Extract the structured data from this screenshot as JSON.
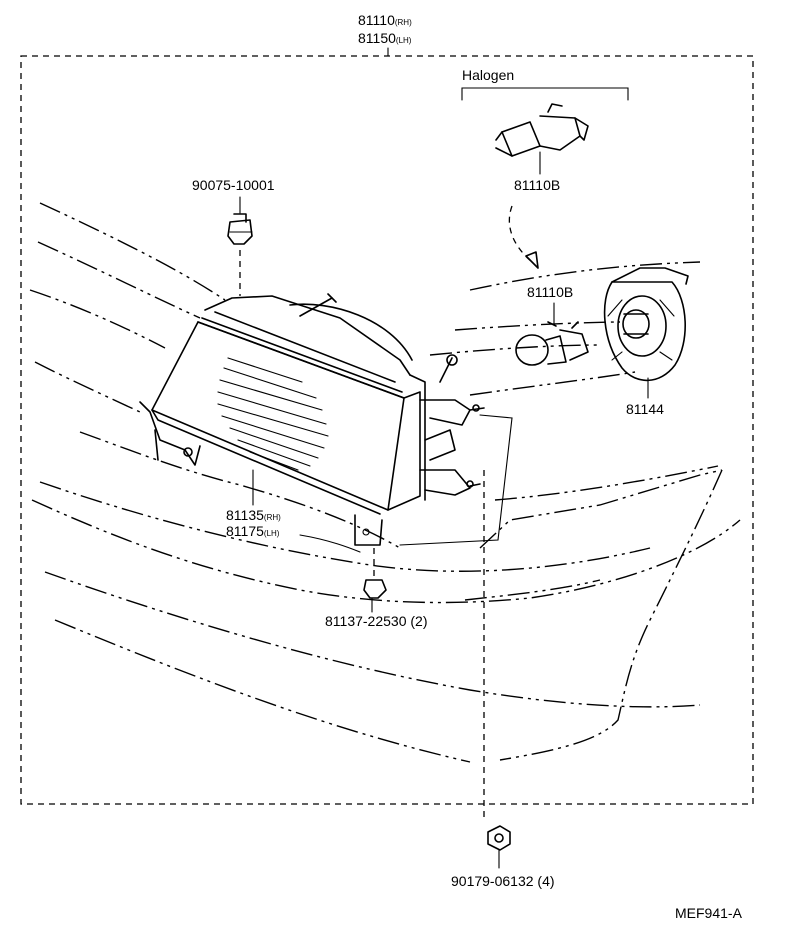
{
  "labels": {
    "assy_rh": "81110",
    "assy_rh_side": "(RH)",
    "assy_lh": "81150",
    "assy_lh_side": "(LH)",
    "halogen": "Halogen",
    "bulb_top": "81110B",
    "bulb_mid": "81110B",
    "clip_top": "90075-10001",
    "socket_cover": "81144",
    "lens_rh": "81135",
    "lens_rh_side": "(RH)",
    "lens_lh": "81175",
    "lens_lh_side": "(LH)",
    "bracket": "81137-22530 (2)",
    "nut": "90179-06132 (4)",
    "fig_code": "MEF941-A"
  }
}
